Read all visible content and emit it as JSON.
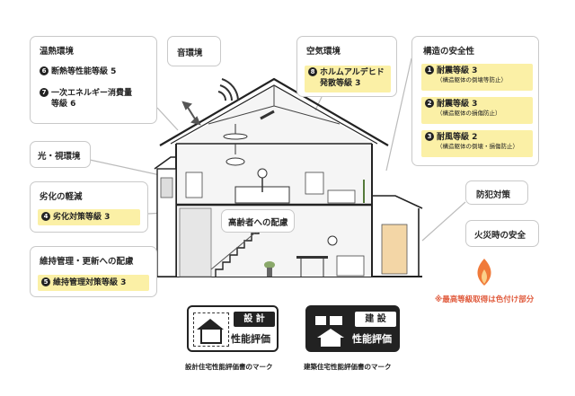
{
  "boxes": {
    "thermal": {
      "title": "温熱環境",
      "items": [
        {
          "num": "6",
          "text": "断熱等性能等級 5"
        },
        {
          "num": "7",
          "text": "一次エネルギー消費量",
          "text2": "等級 6"
        }
      ]
    },
    "sound": {
      "title": "音環境"
    },
    "air": {
      "title": "空気環境",
      "items": [
        {
          "num": "8",
          "text": "ホルムアルデヒド",
          "text2": "発散等級 3"
        }
      ]
    },
    "structure": {
      "title": "構造の安全性",
      "items": [
        {
          "num": "1",
          "text": "耐震等級 3",
          "sub": "（構造躯体の倒壊等防止）"
        },
        {
          "num": "2",
          "text": "耐震等級 3",
          "sub": "（構造躯体の損傷防止）"
        },
        {
          "num": "3",
          "text": "耐風等級 2",
          "sub": "（構造躯体の倒壊・損傷防止）"
        }
      ]
    },
    "light": {
      "title": "光・視環境"
    },
    "deterioration": {
      "title": "劣化の軽減",
      "items": [
        {
          "num": "4",
          "text": "劣化対策等級 3"
        }
      ]
    },
    "maintenance": {
      "title": "維持管理・更新への配慮",
      "items": [
        {
          "num": "5",
          "text": "維持管理対策等級 3"
        }
      ]
    },
    "crime": {
      "title": "防犯対策"
    },
    "fire": {
      "title": "火災時の安全"
    },
    "elderly": {
      "title": "高齢者への配慮"
    }
  },
  "note": "※最高等級取得は色付け部分",
  "marks": {
    "design": {
      "label_top": "設 計",
      "label_bottom": "性能評価",
      "caption": "設計住宅性能評価書のマーク"
    },
    "construction": {
      "label_top": "建 設",
      "label_bottom": "性能評価",
      "caption": "建築住宅性能評価書のマーク"
    }
  },
  "colors": {
    "highlight": "#fbf0a6",
    "note": "#e05a3c",
    "flame": "#f07a3a",
    "wall": "#f0f0f0"
  }
}
